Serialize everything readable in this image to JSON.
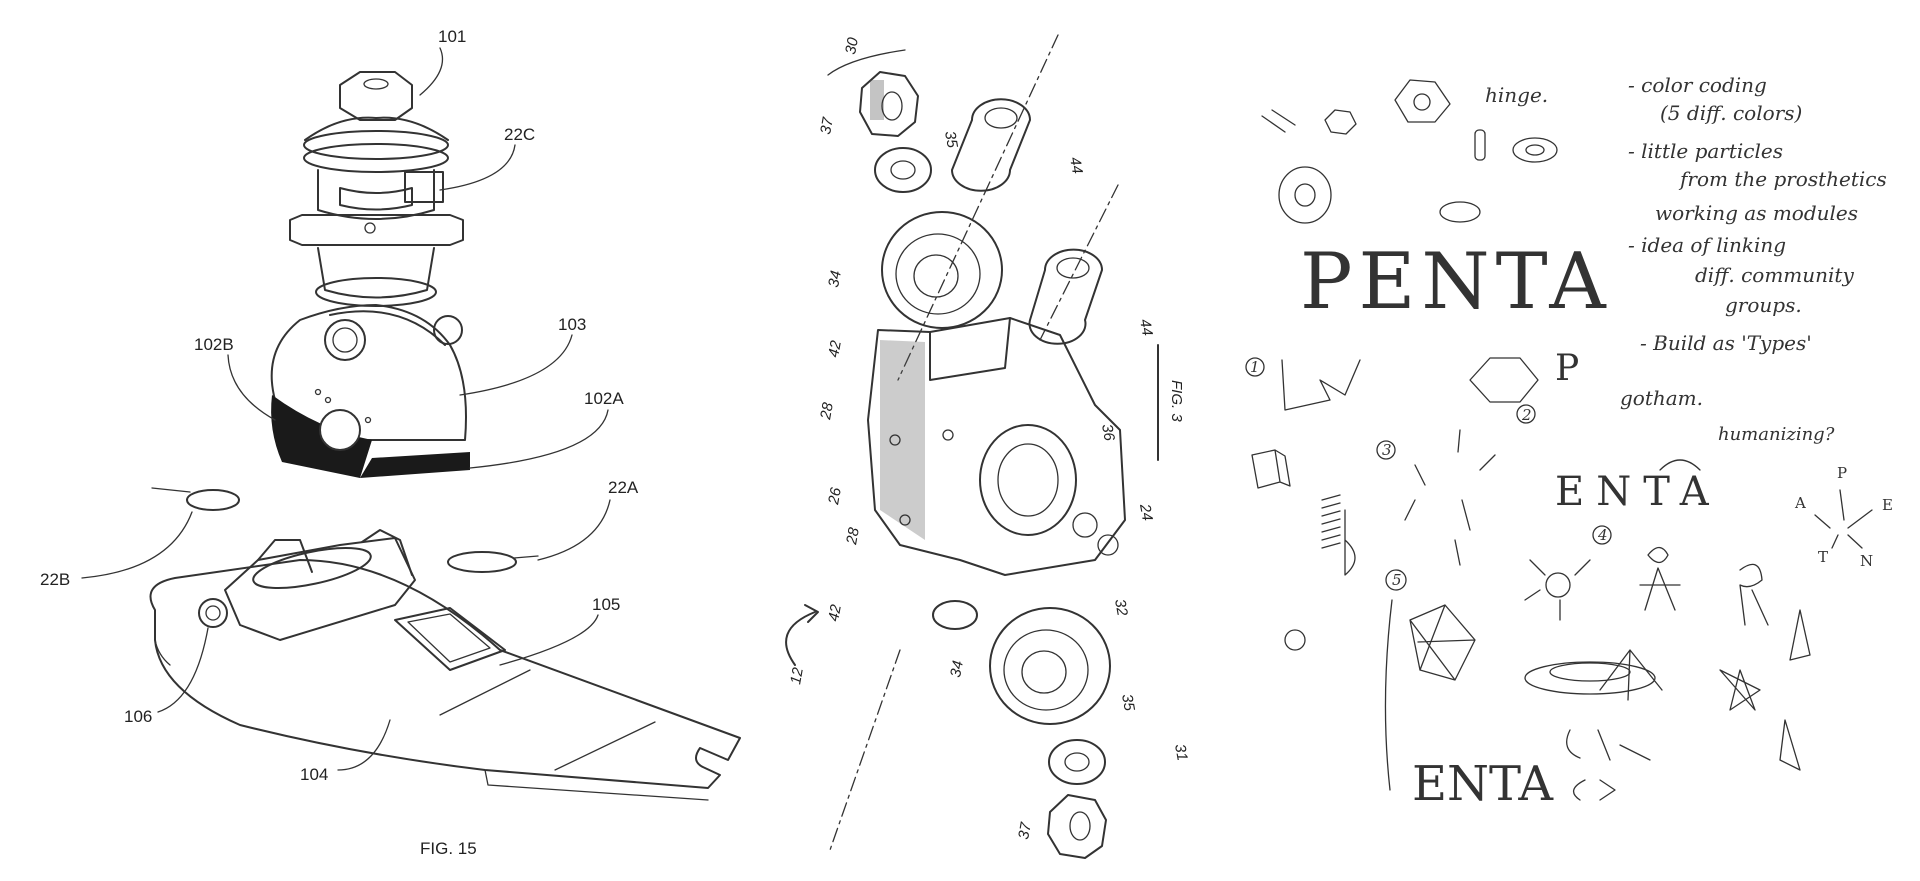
{
  "fig15": {
    "caption": "FIG. 15",
    "labels": {
      "l101": "101",
      "l22c": "22C",
      "l102b": "102B",
      "l103": "103",
      "l102a": "102A",
      "l22a": "22A",
      "l22b": "22B",
      "l105": "105",
      "l106": "106",
      "l104": "104"
    }
  },
  "exploded": {
    "fig_mark": "FIG. 3",
    "labels": {
      "l30": "30",
      "l37a": "37",
      "l35a": "35",
      "l44a": "44",
      "l34a": "34",
      "l44b": "44",
      "l42a": "42",
      "l28a": "28",
      "l36": "36",
      "l26": "26",
      "l28b": "28",
      "l24": "24",
      "l42b": "42",
      "l32": "32",
      "l12": "12",
      "l34b": "34",
      "l35b": "35",
      "l31": "31",
      "l37b": "37"
    }
  },
  "sketch": {
    "hinge": "hinge.",
    "notes": [
      "- color coding",
      "(5 diff. colors)",
      "- little particles",
      "from the prosthetics",
      "working as modules",
      "- idea of linking",
      "diff. community",
      "groups.",
      "- Build as 'Types'"
    ],
    "penta_big": "PENTA",
    "gotham": "gotham.",
    "humanizing": "humanizing?",
    "penta_scatter": "ENTA",
    "penta_bottom": "ENTA",
    "star_letters": [
      "P",
      "E",
      "N",
      "T",
      "A"
    ],
    "num1": "1",
    "num2": "2",
    "num3": "3",
    "num4": "4",
    "num5": "5",
    "p_mark": "P"
  }
}
